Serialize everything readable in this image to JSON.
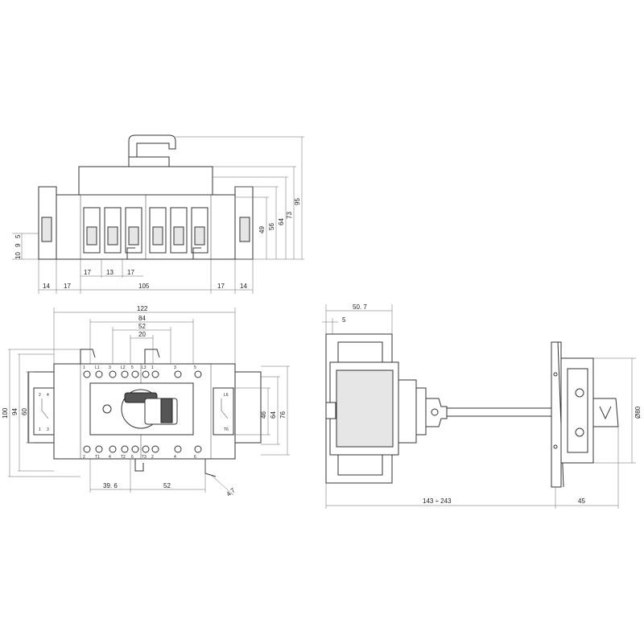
{
  "drawing": {
    "top_view": {
      "heights": [
        "95",
        "73",
        "64",
        "56",
        "49"
      ],
      "left_small": [
        "10",
        "9",
        "5"
      ],
      "widths_bottom": [
        "14",
        "17",
        "17",
        "13",
        "17",
        "105",
        "17",
        "14"
      ]
    },
    "front_view": {
      "widths": [
        "122",
        "84",
        "52",
        "20"
      ],
      "heights_left": [
        "100",
        "94",
        "60"
      ],
      "heights_right": [
        "46",
        "64",
        "76"
      ],
      "bottom": [
        "39. 6",
        "52"
      ],
      "hole": "4.7",
      "pole_labels_top": [
        "1",
        "L1",
        "3",
        "L2",
        "5",
        "L3",
        "1",
        "3",
        "5"
      ],
      "pole_labels_bottom": [
        "2",
        "T1",
        "4",
        "T2",
        "6",
        "T3",
        "2",
        "4",
        "6"
      ],
      "aux_labels": [
        "2",
        "4",
        "L6",
        "1",
        "T6",
        "3"
      ]
    },
    "side_view": {
      "widths": [
        "50. 7",
        "5"
      ],
      "length": "143 ÷ 243",
      "depth": "45",
      "diameter": "Ø80"
    }
  }
}
